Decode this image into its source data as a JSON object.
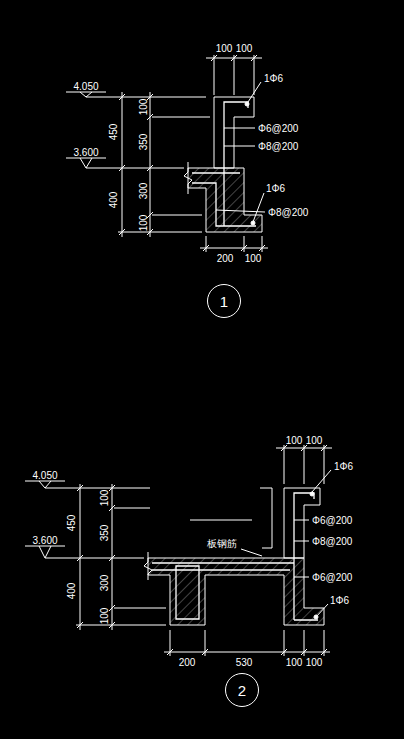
{
  "diagram": {
    "nodes": [
      {
        "text": [
          "1"
        ]
      },
      {
        "text": [
          "2"
        ]
      }
    ],
    "labels": [
      "100",
      "100",
      "4.050",
      "3.600",
      "450",
      "100",
      "350",
      "400",
      "300",
      "100",
      "1Φ6",
      "Φ6@200",
      "Φ8@200",
      "1Φ6",
      "Φ8@200",
      "200",
      "100",
      "100",
      "100",
      "4.050",
      "3.600",
      "450",
      "100",
      "350",
      "400",
      "300",
      "100",
      "1Φ6",
      "板钢筋",
      "Φ6@200",
      "Φ8@200",
      "Φ6@200",
      "1Φ6",
      "200",
      "530",
      "100",
      "100"
    ]
  }
}
